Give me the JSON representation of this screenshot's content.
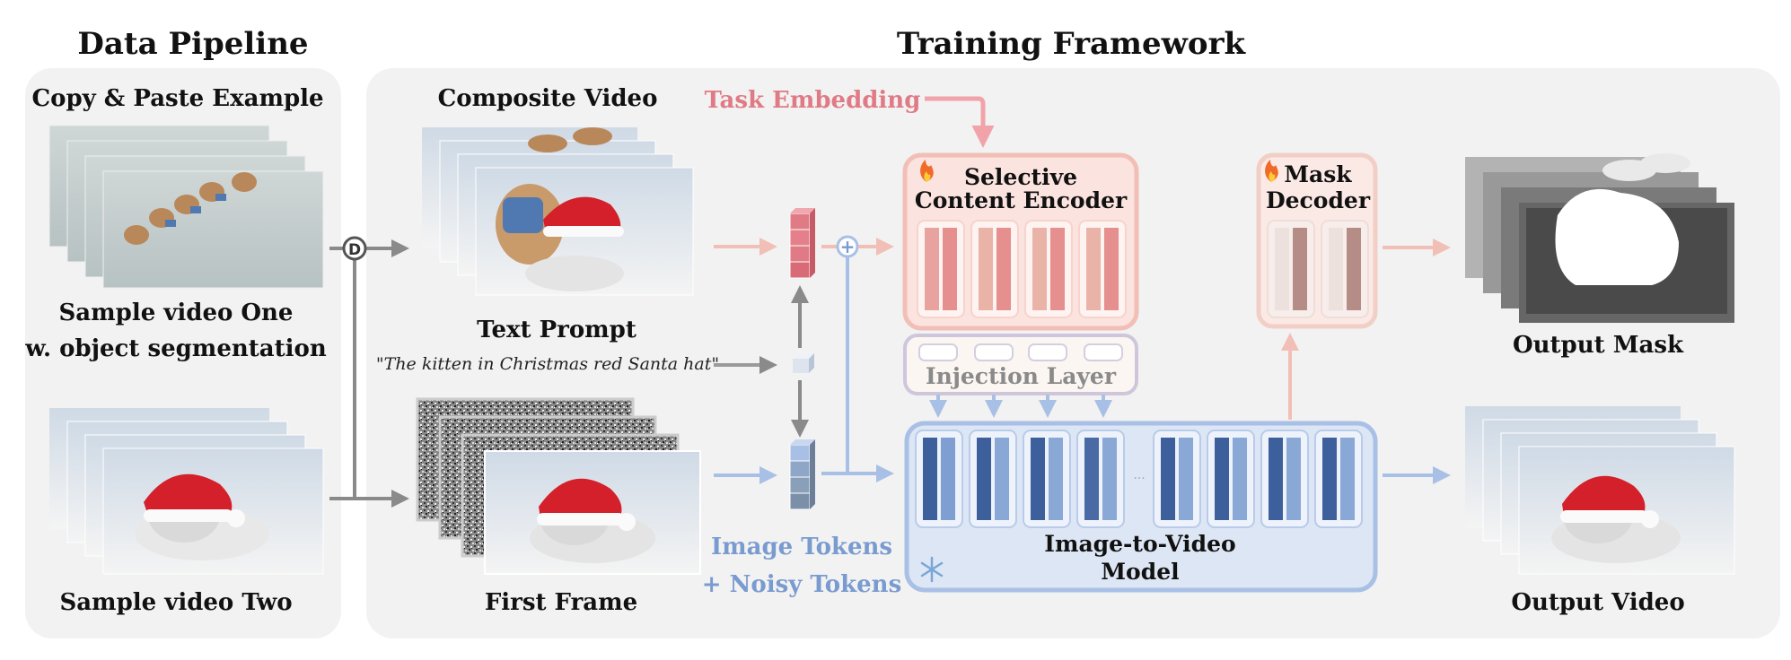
{
  "sections": {
    "left_title": "Data Pipeline",
    "right_title": "Training Framework"
  },
  "data_pipeline": {
    "example_title": "Copy & Paste Example",
    "sample_one": "Sample video One",
    "sample_one_sub": "w. object segmentation",
    "sample_two": "Sample video Two",
    "d_badge": "D"
  },
  "training": {
    "composite_video": "Composite Video",
    "task_embedding": "Task Embedding",
    "text_prompt_title": "Text  Prompt",
    "text_prompt": "\"The kitten in Christmas red Santa hat\"",
    "first_frame": "First Frame",
    "tokens_line1": "Image Tokens",
    "tokens_line2": "+ Noisy Tokens",
    "encoder_line1": "Selective",
    "encoder_line2": "Content Encoder",
    "injection": "Injection Layer",
    "decoder_line1": "Mask",
    "decoder_line2": "Decoder",
    "i2v_line1": "Image-to-Video",
    "i2v_line2": "Model",
    "output_mask": "Output Mask",
    "output_video": "Output Video",
    "plus": "+",
    "ellipsis": "···"
  },
  "icons": {
    "trainable": "flame-icon",
    "frozen": "snowflake-icon"
  },
  "colors": {
    "panel_bg": "#f2f2f2",
    "task_red": "#e07b85",
    "token_blue": "#7a9bcf",
    "encoder_fill": "#fbe3df",
    "encoder_border": "#f2bfb6",
    "i2v_fill": "#dde6f4",
    "i2v_border": "#a9c0e6",
    "injection_border": "#cfc6dc"
  }
}
